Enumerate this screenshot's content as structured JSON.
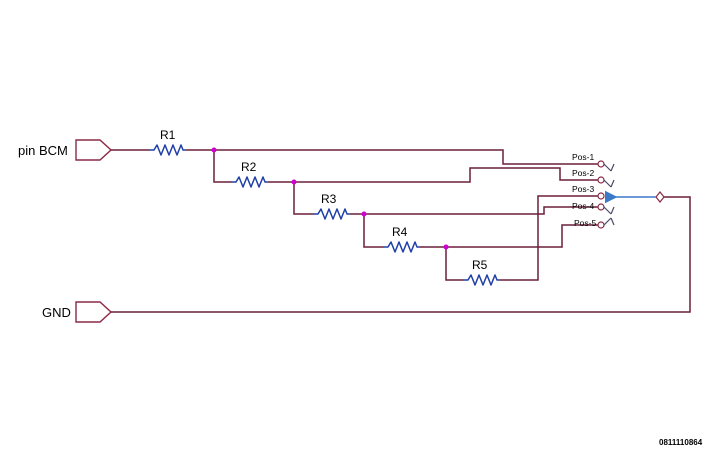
{
  "ports": {
    "input": "pin BCM",
    "ground": "GND"
  },
  "resistors": [
    "R1",
    "R2",
    "R3",
    "R4",
    "R5"
  ],
  "switch_positions": [
    "Pos-1",
    "Pos-2",
    "Pos-3",
    "Pos-4",
    "Pos-5"
  ],
  "drawing_code": "0811110864",
  "colors": {
    "wire": "#6b1f3a",
    "resistor": "#1f3fa8",
    "junction": "#d000d0",
    "wiper": "#3a78c8"
  }
}
